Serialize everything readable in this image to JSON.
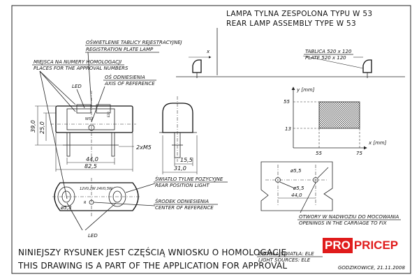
{
  "title": {
    "pl": "LAMPA TYLNA ZESPOLONA TYPU W 53",
    "en": "REAR LAMP ASSEMBLY TYPE W 53"
  },
  "callouts": {
    "plate_pl": "OŚWIETLENIE TABLICY REJESTRACYJNEJ",
    "plate_en": "REGISTRATION PLATE LAMP",
    "approval_pl": "MIEJSCA NA NUMERY HOMOLOGACJI",
    "approval_en": "PLACES FOR THE APPROVAL NUMBERS",
    "axis_pl": "OŚ ODNIESIENIA",
    "axis_en": "AXIS OF REFERENCE",
    "led_top": "LED",
    "position_pl": "ŚWIATŁO TYLNE POZYCYJNE",
    "position_en": "REAR POSITION LIGHT",
    "center_pl": "ŚRODEK ODNIESIENIA",
    "center_en": "CENTER OF REFERENCE",
    "led_bottom": "LED",
    "tabulka_pl": "TABLICA 520 x 120",
    "tabulka_en": "PLATE 520 x 120",
    "holes_pl": "OTWORY W NADWOZIU DO MOCOWANIA",
    "holes_en": "OPENINGS IN THE CARRIAGE TO FIX",
    "light_pl": "ŹRÓDŁA ŚWIATŁA: ELE",
    "light_en": "LIGHT SOURCES: ELE"
  },
  "dimensions": {
    "h39": "39,0",
    "h25": "25,0",
    "w44": "44,0",
    "w82": "82,5",
    "bolts": "2xM5",
    "w15": "15,5",
    "w31": "31,0",
    "d53a": "ø5,3",
    "d55a": "ø5,5",
    "d55b": "ø5,5",
    "h44": "44,0",
    "x_mark": "x",
    "lens_text": "12V0,2W  24V0,5W",
    "ws_mark": "W53",
    "r_mark": "R",
    "e_mark": "E20"
  },
  "graph": {
    "y_label": "y [mm]",
    "x_label": "x [mm]",
    "y55": "55",
    "y13": "13",
    "x55": "55",
    "x75": "75"
  },
  "footer": {
    "pl": "NINIEJSZY RYSUNEK JEST CZĘŚCIĄ WNIOSKU O HOMOLOGACJĘ",
    "en": "THIS DRAWING IS A PART OF THE APPLICATION FOR APPROVAL",
    "place_date": "GODZIKOWICE, 21.11.2008"
  },
  "logo": {
    "part1": "PRO",
    "part2": "PRICEP"
  }
}
